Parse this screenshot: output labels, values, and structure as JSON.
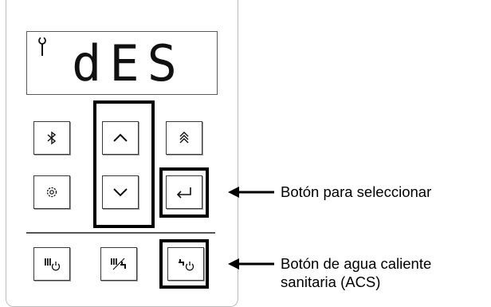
{
  "display": {
    "text": "dES",
    "indicator_icon": "wrench-icon"
  },
  "buttons": {
    "bluetooth": {
      "icon": "bluetooth-icon"
    },
    "up": {
      "icon": "chevron-up-icon"
    },
    "fast_up": {
      "icon": "double-chevron-up-icon"
    },
    "settings": {
      "icon": "gear-icon"
    },
    "down": {
      "icon": "chevron-down-icon"
    },
    "enter": {
      "icon": "enter-icon"
    },
    "heating_power": {
      "icon": "radiator-power-icon"
    },
    "heating_dhw": {
      "icon": "radiator-tap-icon"
    },
    "dhw_power": {
      "icon": "tap-power-icon"
    }
  },
  "annotations": {
    "enter_label": "Botón para seleccionar",
    "dhw_label_line1": "Botón de agua caliente",
    "dhw_label_line2": "sanitaria (ACS)"
  },
  "colors": {
    "outline": "#000000",
    "panel_border": "#bdbdbd",
    "button_border": "#3a3a3a"
  }
}
